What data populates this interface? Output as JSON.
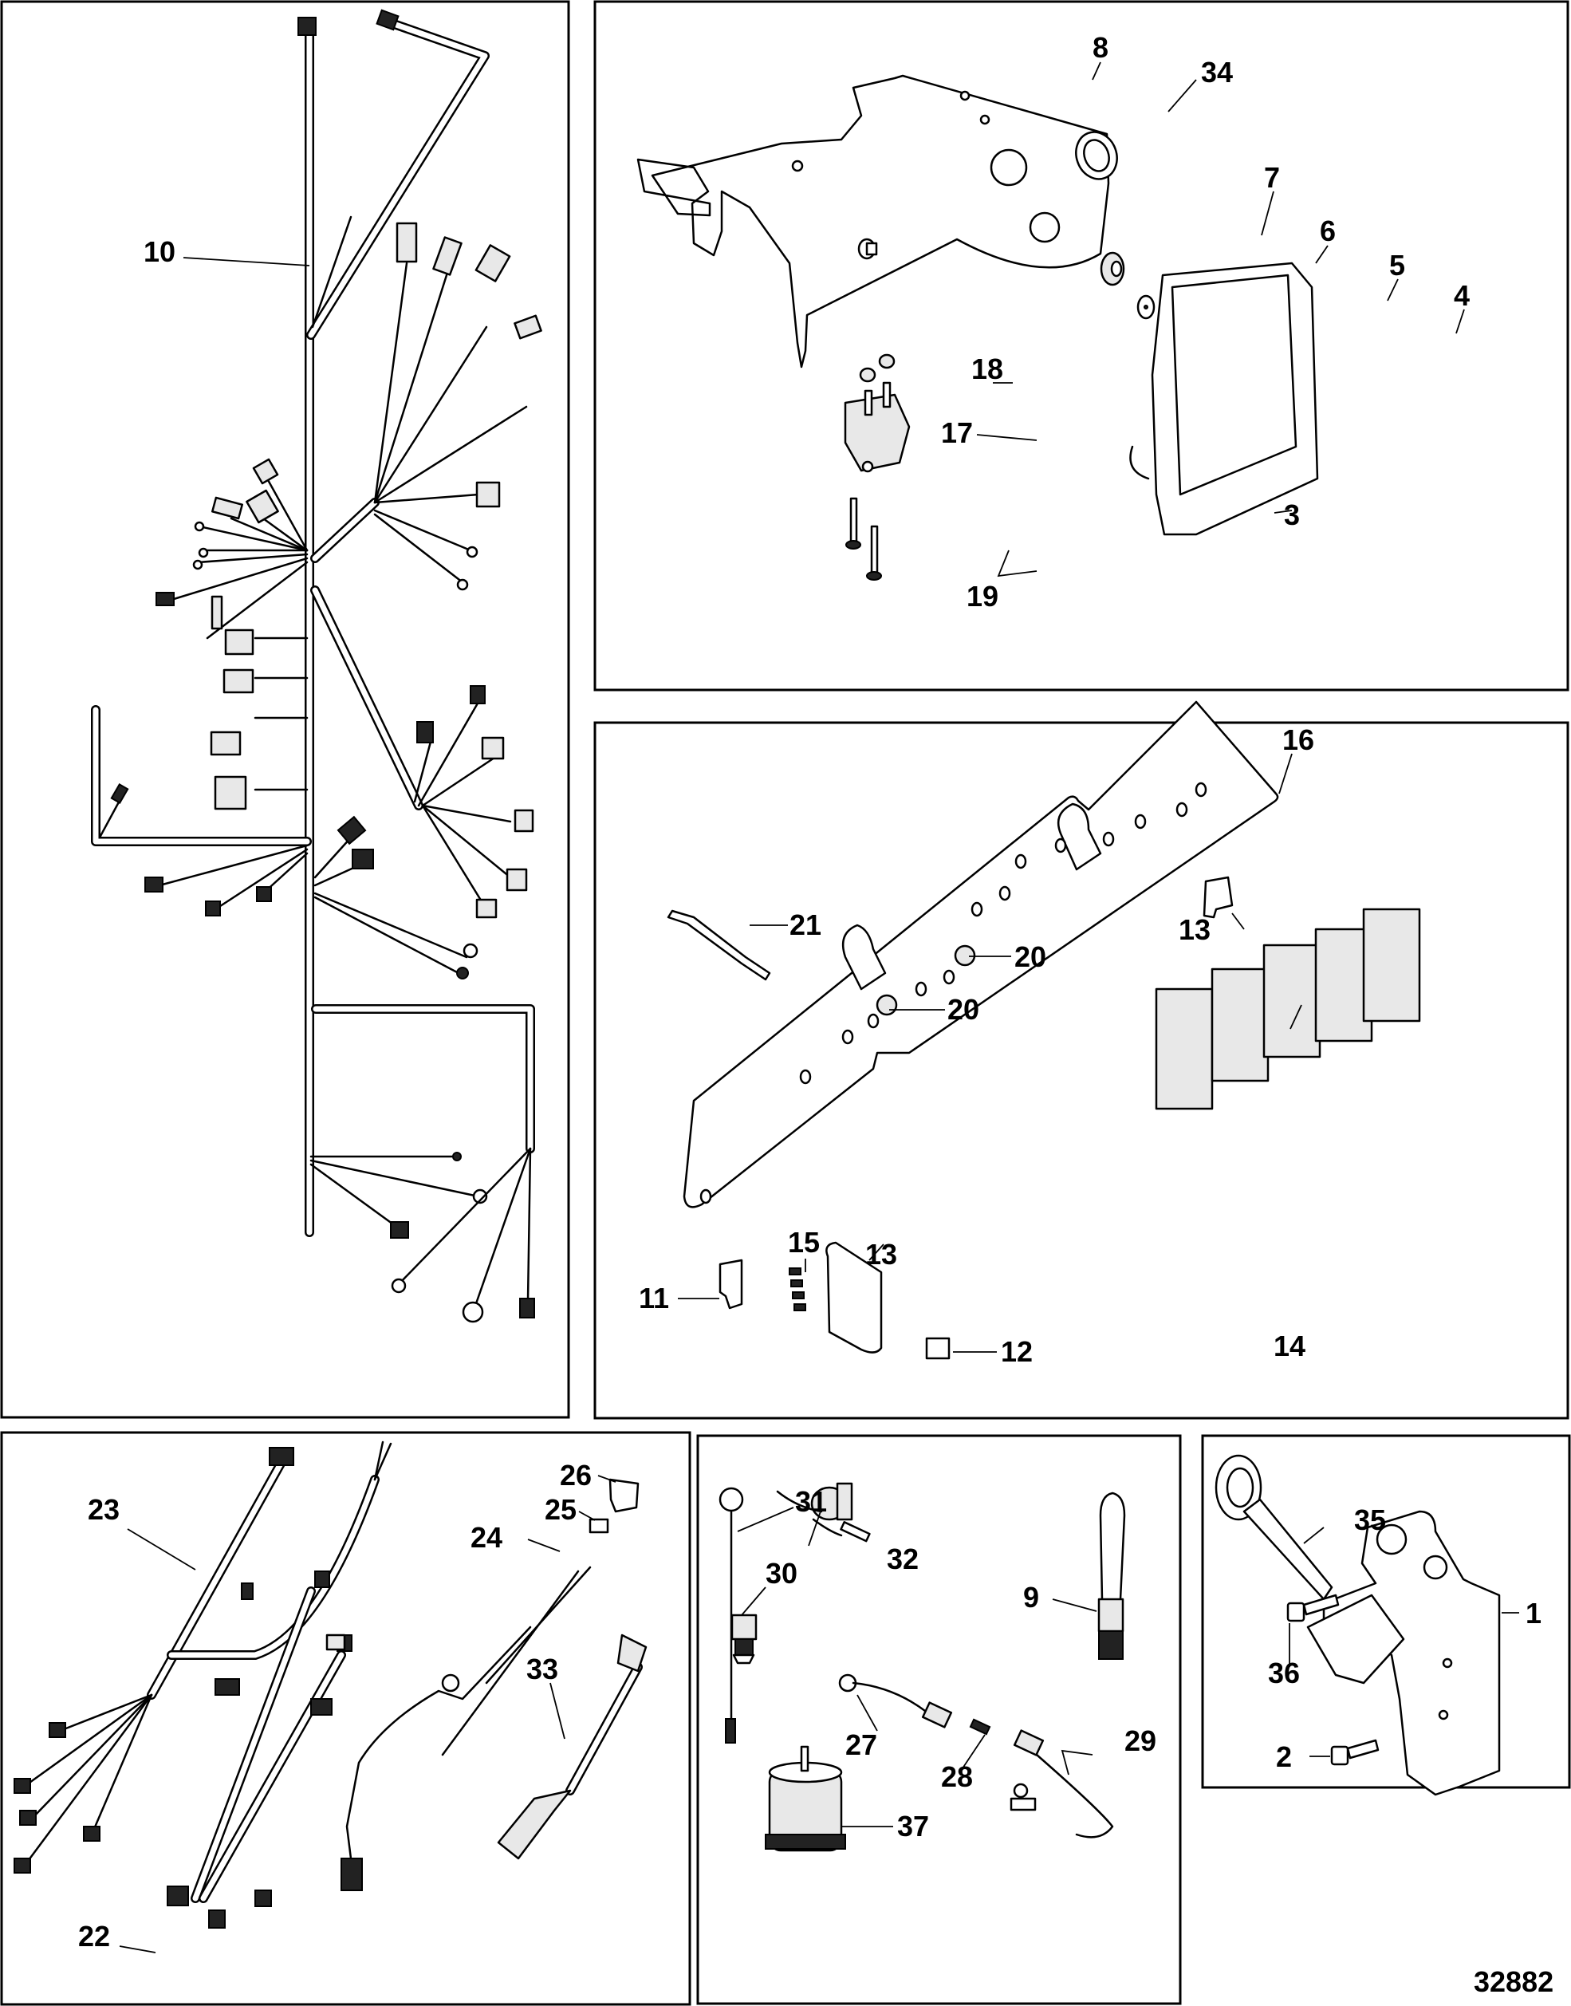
{
  "diagram": {
    "type": "exploded parts diagram",
    "figure_number": "32882",
    "panels": [
      {
        "id": "wiring-harness",
        "callouts": [
          "10"
        ]
      },
      {
        "id": "ecm-bracket",
        "callouts": [
          "8",
          "34",
          "7",
          "6",
          "5",
          "4",
          "18",
          "17",
          "3",
          "19"
        ]
      },
      {
        "id": "relay-bracket",
        "callouts": [
          "16",
          "21",
          "13",
          "20",
          "20",
          "15",
          "13",
          "11",
          "12",
          "14"
        ]
      },
      {
        "id": "harness-sensors",
        "callouts": [
          "23",
          "26",
          "25",
          "24",
          "33",
          "22"
        ]
      },
      {
        "id": "sensors",
        "callouts": [
          "31",
          "32",
          "30",
          "9",
          "27",
          "28",
          "29",
          "37"
        ]
      },
      {
        "id": "mounting-bracket",
        "callouts": [
          "35",
          "1",
          "36",
          "2"
        ]
      }
    ]
  },
  "callouts": {
    "c1": "1",
    "c2": "2",
    "c3": "3",
    "c4": "4",
    "c5": "5",
    "c6": "6",
    "c7": "7",
    "c8": "8",
    "c9": "9",
    "c10": "10",
    "c11": "11",
    "c12": "12",
    "c13a": "13",
    "c13b": "13",
    "c14": "14",
    "c15": "15",
    "c16": "16",
    "c17": "17",
    "c18": "18",
    "c19": "19",
    "c20a": "20",
    "c20b": "20",
    "c21": "21",
    "c22": "22",
    "c23": "23",
    "c24": "24",
    "c25": "25",
    "c26": "26",
    "c27": "27",
    "c28": "28",
    "c29": "29",
    "c30": "30",
    "c31": "31",
    "c32": "32",
    "c33": "33",
    "c34": "34",
    "c35": "35",
    "c36": "36",
    "c37": "37"
  }
}
